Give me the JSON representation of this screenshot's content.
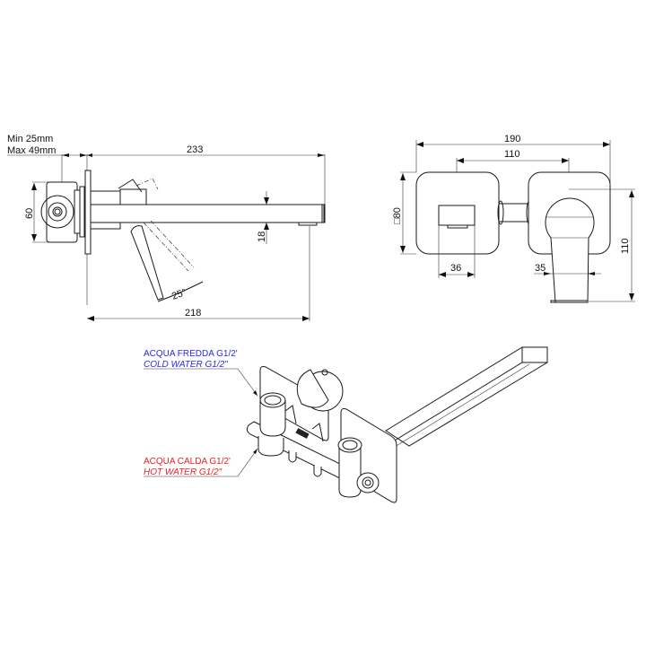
{
  "side_view": {
    "wall_thickness_min": "Min 25mm",
    "wall_thickness_max": "Max 49mm",
    "dim_total_length": "233",
    "dim_spout_reach": "218",
    "dim_height": "60",
    "dim_spout_thickness": "18",
    "dim_lever_angle": "25°"
  },
  "front_view": {
    "dim_total_width": "190",
    "dim_centers": "110",
    "dim_plate_square": "□80",
    "dim_spout_width": "36",
    "dim_lever_width": "35",
    "dim_lever_height": "110"
  },
  "iso_view": {
    "cold_label_it": "ACQUA FREDDA G1/2'",
    "cold_label_en": "COLD WATER G1/2\"",
    "hot_label_it": "ACQUA CALDA G1/2'",
    "hot_label_en": "HOT WATER G1/2\"",
    "cold_color": "#2a2adf",
    "hot_color": "#e8231f"
  }
}
